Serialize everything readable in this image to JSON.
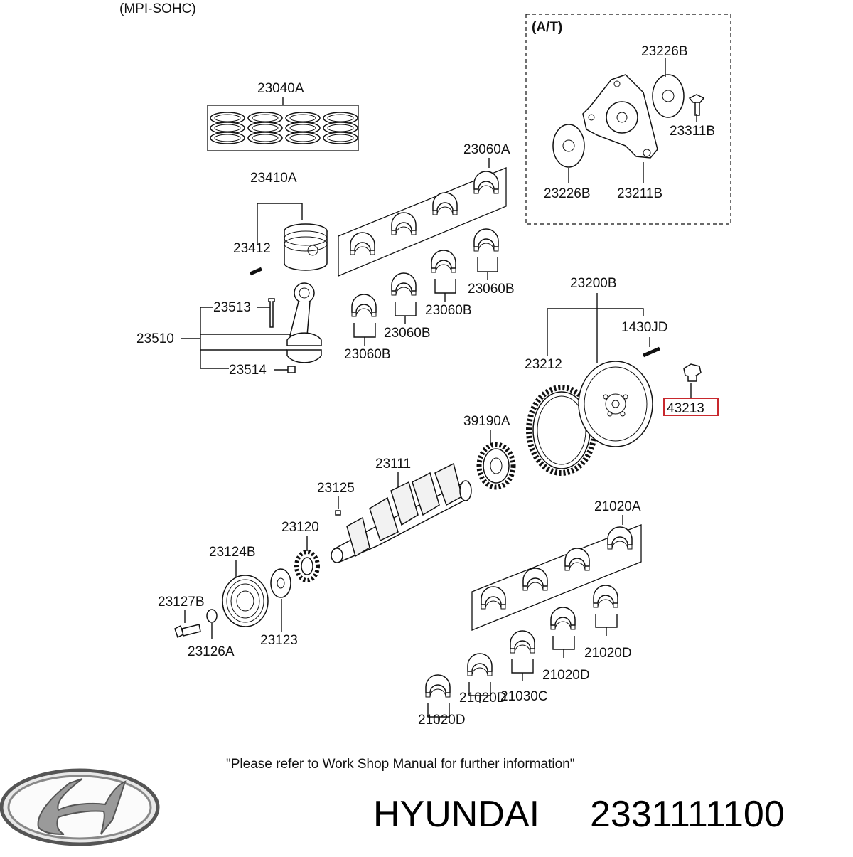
{
  "header": {
    "engine_variant": "(MPI-SOHC)"
  },
  "inset": {
    "title": "(A/T)"
  },
  "labels": {
    "p23040A": "23040A",
    "p23410A": "23410A",
    "p23412": "23412",
    "p23513": "23513",
    "p23510": "23510",
    "p23514": "23514",
    "p23060A": "23060A",
    "p23060B": "23060B",
    "p23226B": "23226B",
    "p23311B": "23311B",
    "p23211B": "23211B",
    "p23200B": "23200B",
    "p1430JD": "1430JD",
    "p23212": "23212",
    "p43213": "43213",
    "p39190A": "39190A",
    "p23111": "23111",
    "p23125": "23125",
    "p23120": "23120",
    "p23124B": "23124B",
    "p23127B": "23127B",
    "p23123": "23123",
    "p23126A": "23126A",
    "p21020A": "21020A",
    "p21020D": "21020D",
    "p21030C": "21030C"
  },
  "highlight": {
    "part": "43213",
    "color": "#c8282d"
  },
  "footer": {
    "note": "\"Please refer to Work Shop Manual for further information\"",
    "brand_name": "HYUNDAI",
    "part_number": "2331111100",
    "logo_icon": "hyundai-logo-icon"
  }
}
